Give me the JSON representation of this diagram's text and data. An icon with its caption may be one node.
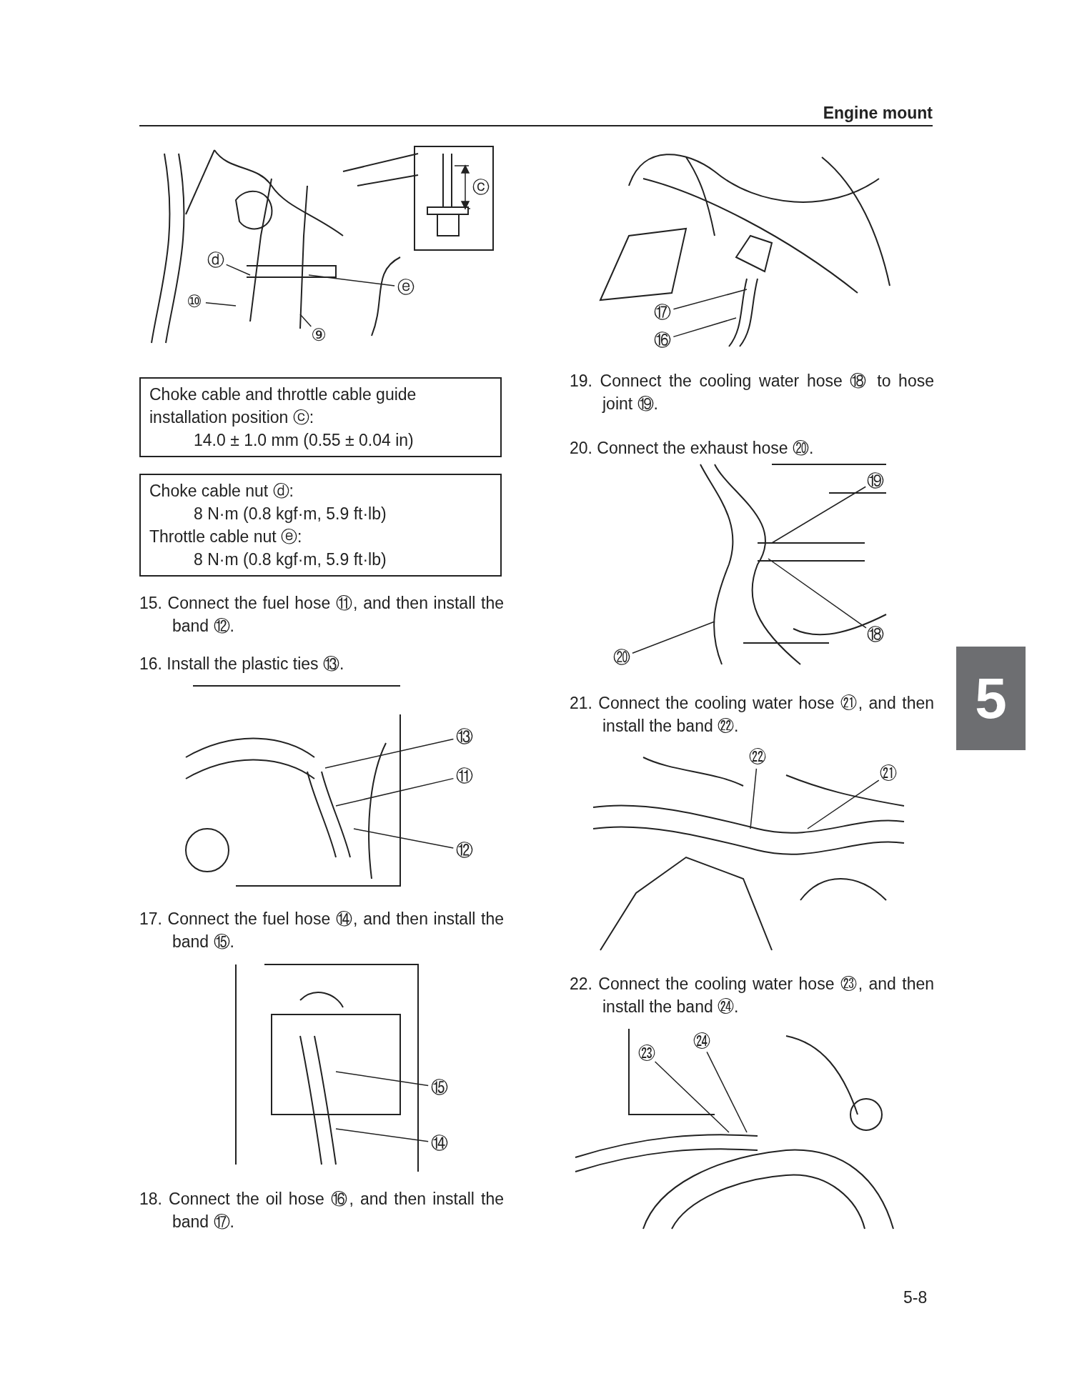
{
  "diagram": {
    "title": "Engine mount",
    "nodes": [
      {
        "text": [
          "ⓓ"
        ]
      },
      {
        "text": [
          "⑩"
        ]
      },
      {
        "text": [
          "ⓔ"
        ]
      },
      {
        "text": [
          "⑨"
        ]
      },
      {
        "text": [
          "Choke cable and throttle cable guide installation position ⓒ:",
          "14.0 ± 1.0 mm (0.55 ± 0.04 in)"
        ]
      },
      {
        "text": [
          "Choke cable nut ⓓ:",
          "8 N·m (0.8 kgf·m, 5.9 ft·lb)",
          "Throttle cable nut ⓔ:",
          "8 N·m (0.8 kgf·m, 5.9 ft·lb)"
        ]
      },
      {
        "text": [
          "⑬"
        ]
      },
      {
        "text": [
          "⑪"
        ]
      },
      {
        "text": [
          "⑫"
        ]
      },
      {
        "text": [
          "⑮"
        ]
      },
      {
        "text": [
          "⑭"
        ]
      },
      {
        "text": [
          "⑰"
        ]
      },
      {
        "text": [
          "⑯"
        ]
      },
      {
        "text": [
          "⑲"
        ]
      },
      {
        "text": [
          "⑱"
        ]
      },
      {
        "text": [
          "⑳"
        ]
      },
      {
        "text": [
          "㉒"
        ]
      },
      {
        "text": [
          "㉑"
        ]
      },
      {
        "text": [
          "㉔"
        ]
      },
      {
        "text": [
          "㉓"
        ]
      },
      {
        "text": [
          "5"
        ]
      }
    ],
    "edges": [
      {
        "from": 0,
        "to": null,
        "arrow": "none"
      },
      {
        "from": 1,
        "to": null,
        "arrow": "none"
      },
      {
        "from": 2,
        "to": null,
        "arrow": "none"
      },
      {
        "from": 3,
        "to": null,
        "arrow": "none"
      },
      {
        "from": 6,
        "to": null,
        "arrow": "none"
      },
      {
        "from": 7,
        "to": null,
        "arrow": "none"
      },
      {
        "from": 8,
        "to": null,
        "arrow": "none"
      },
      {
        "from": 9,
        "to": null,
        "arrow": "none"
      },
      {
        "from": 10,
        "to": null,
        "arrow": "none"
      },
      {
        "from": 11,
        "to": null,
        "arrow": "none"
      },
      {
        "from": 12,
        "to": null,
        "arrow": "none"
      },
      {
        "from": 13,
        "to": null,
        "arrow": "none"
      },
      {
        "from": 14,
        "to": null,
        "arrow": "none"
      },
      {
        "from": 15,
        "to": null,
        "arrow": "none"
      },
      {
        "from": 16,
        "to": null,
        "arrow": "none"
      },
      {
        "from": 17,
        "to": null,
        "arrow": "none"
      },
      {
        "from": 18,
        "to": null,
        "arrow": "none"
      },
      {
        "from": 19,
        "to": null,
        "arrow": "none"
      }
    ],
    "labels": [
      "ⓒ",
      "15. Connect the fuel hose ⑪, and then install the band ⑫.",
      "16. Install the plastic ties ⑬.",
      "17. Connect the fuel hose ⑭, and then install the band ⑮.",
      "18. Connect the oil hose ⑯, and then install the band ⑰.",
      "19. Connect the cooling water hose ⑱ to hose joint ⑲.",
      "20. Connect the exhaust hose ⑳.",
      "21. Connect the cooling water hose ㉑, and then install the band ㉒.",
      "22. Connect the cooling water hose ㉓, and then install the band ㉔.",
      "5-8"
    ]
  }
}
